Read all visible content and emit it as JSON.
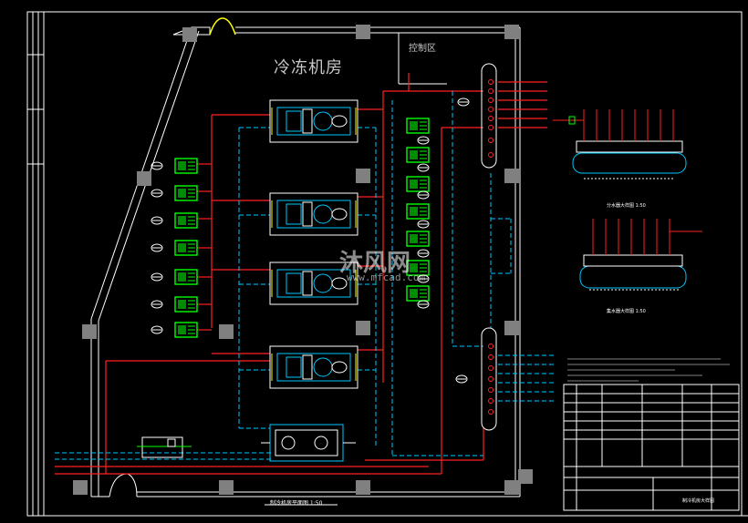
{
  "labels": {
    "room_title": "冷冻机房",
    "control_room": "控制区",
    "plan_caption": "制冷机房平面图 1:50",
    "upper_header_caption": "分水器大样图 1:50",
    "lower_header_caption": "集水器大样图 1:50",
    "titleblock_name": "制冷机房大样图"
  },
  "watermark": {
    "brand": "沐风网",
    "url": "www.mfcad.com"
  },
  "colors": {
    "background": "#000000",
    "supply_pipe": "#ff2020",
    "return_pipe": "#00c8ff",
    "pump": "#00ff00",
    "column": "#808080",
    "door": "#ffff00"
  }
}
